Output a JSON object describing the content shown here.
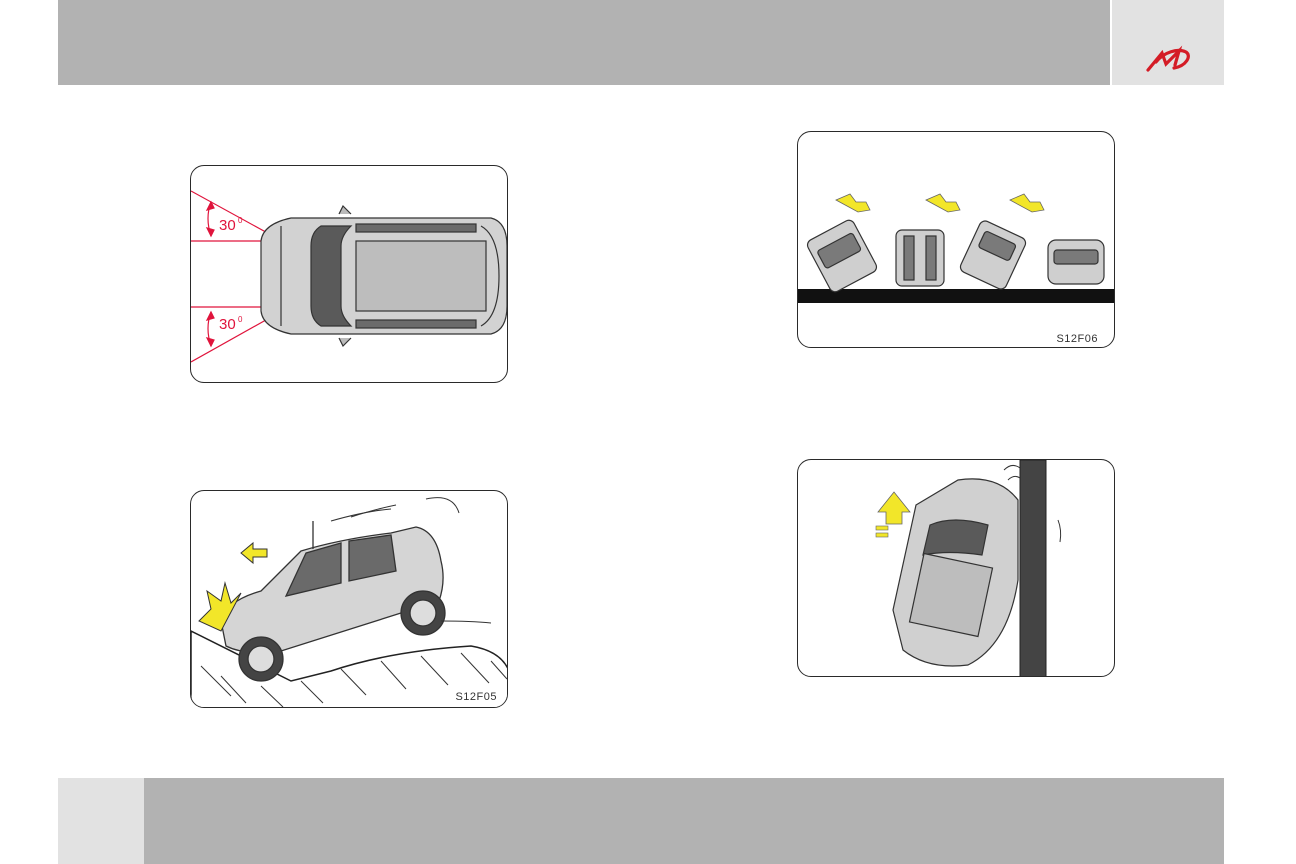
{
  "brand": {
    "logo_icon": "mahindra-logo-icon",
    "logo_color": "#d41c26"
  },
  "figures": {
    "fig1": {
      "angle_top": "30",
      "angle_bottom": "30",
      "angle_unit": "0",
      "accent": "#e0143c"
    },
    "fig2": {
      "code": "S12F05",
      "arrow_color": "#f2e629"
    },
    "fig3": {
      "code": "S12F06",
      "arrow_color": "#f2e629"
    },
    "fig4": {
      "arrow_color": "#f2e629"
    }
  },
  "colors": {
    "header": "#b2b2b2",
    "header_logo_box": "#e2e2e2",
    "car_body": "#cfcfcf",
    "car_dark": "#555555"
  }
}
